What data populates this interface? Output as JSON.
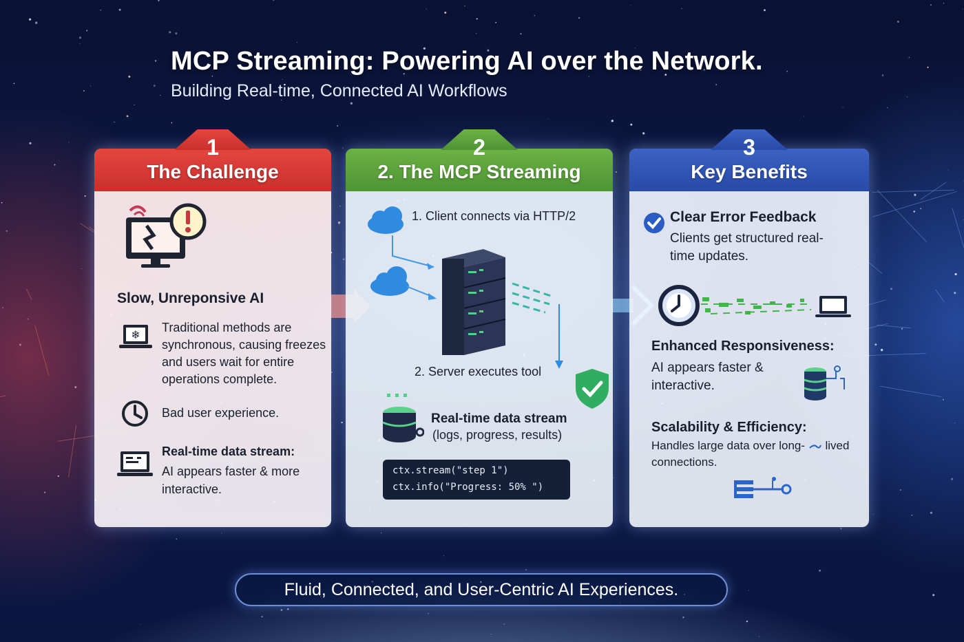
{
  "header": {
    "title": "MCP Streaming: Powering AI over the Network.",
    "subtitle": "Building Real-time, Connected AI Workflows"
  },
  "cards": [
    {
      "number": "1",
      "title": "The Challenge",
      "color": "#d93a35",
      "heading": "Slow, Unreponsive AI",
      "item1": "Traditional methods are synchronous, causing freezes and users  wait for entire operations complete.",
      "item2": "Bad user experience.",
      "item3_title": "Real-time data stream:",
      "item3_text": "AI appears faster & more interactive."
    },
    {
      "number": "2",
      "title": "2. The MCP Streaming",
      "color": "#5aa33b",
      "step1": "1. Client connects via HTTP/2",
      "step2": "2. Server executes tool",
      "stream_title": "Real-time data stream",
      "stream_text": "(logs, progress, results)",
      "code": [
        "ctx.stream(\"step  1\")",
        "ctx.info(\"Progress: 50% \")"
      ]
    },
    {
      "number": "3",
      "title": "Key Benefits",
      "color": "#2f52b5",
      "b1_title": "Clear Error Feedback",
      "b1_text": "Clients get structured real-time updates.",
      "b2_title": "Enhanced Responsiveness:",
      "b2_text": "AI appears faster & interactive.",
      "b3_title": "Scalability & Efficiency:",
      "b3_text_a": "Handles large data over long-",
      "b3_text_b": "lived",
      "b3_text_c": "connections."
    }
  ],
  "footer": "Fluid, Connected, and User-Centric AI Experiences."
}
